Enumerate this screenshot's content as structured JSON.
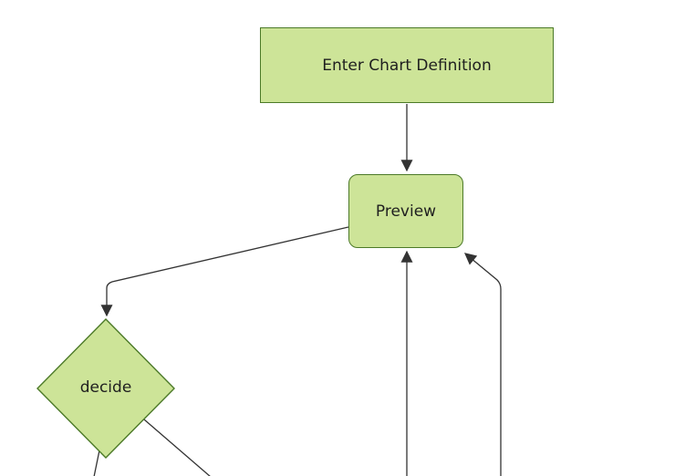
{
  "diagram": {
    "type": "flowchart",
    "direction": "top-down",
    "nodes": [
      {
        "id": "enter-chart-definition",
        "label": "Enter Chart Definition",
        "shape": "rectangle"
      },
      {
        "id": "preview",
        "label": "Preview",
        "shape": "rounded-rectangle"
      },
      {
        "id": "decide",
        "label": "decide",
        "shape": "diamond"
      }
    ],
    "edges": [
      {
        "from": "enter-chart-definition",
        "to": "preview",
        "arrowhead": true
      },
      {
        "from": "preview",
        "to": "decide",
        "arrowhead": true
      },
      {
        "from": "offscreen-bottom-node-1",
        "to": "preview",
        "arrowhead": true
      },
      {
        "from": "offscreen-bottom-node-2",
        "to": "preview",
        "arrowhead": true
      },
      {
        "from": "decide",
        "to": "offscreen-bottom-node-1",
        "arrowhead": false
      },
      {
        "from": "decide",
        "to": "offscreen-bottom-node-2",
        "arrowhead": false
      }
    ],
    "colors": {
      "background": "#ffffff",
      "node_fill": "#cde498",
      "node_border": "#4c7a28",
      "edge_line": "#333333",
      "arrowhead": "#333333",
      "text": "#1f1f1f"
    }
  }
}
